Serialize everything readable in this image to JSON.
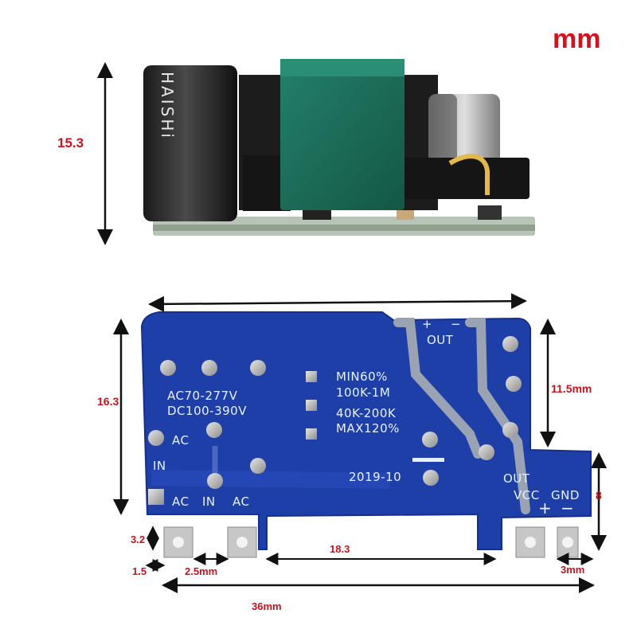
{
  "unit_label": "mm",
  "dimensions": {
    "height_side": "15.3",
    "height_board": "16.3",
    "right_segment": "11.5mm",
    "right_lower": "8",
    "pin_height": "3.2",
    "pin_offset": "1.5",
    "pin_gap": "2.5mm",
    "pin_span": "18.3",
    "pin_right": "3mm",
    "total_width": "36mm"
  },
  "silkscreen": {
    "ac_range": "AC70-277V",
    "dc_range": "DC100-390V",
    "min": "MIN60%",
    "range1": "100K-1M",
    "range2": "40K-200K",
    "max": "MAX120%",
    "date": "2019-10",
    "out_top": "OUT",
    "out_bottom": "OUT",
    "vcc": "VCC",
    "gnd": "GND",
    "plus_top": "+",
    "minus_top": "−",
    "plus_bottom": "+",
    "minus_bottom": "−",
    "ac_left_1": "AC",
    "in_left": "IN",
    "ac_bottom_1": "AC",
    "in_bottom": "IN",
    "ac_bottom_2": "AC"
  },
  "capacitor_text": "HAISHi",
  "colors": {
    "dimension_text": "#c8141e",
    "pcb_blue": "#1f3fa8",
    "transformer_green": "#1b6e5a",
    "silkscreen": "#e9f1ff"
  }
}
